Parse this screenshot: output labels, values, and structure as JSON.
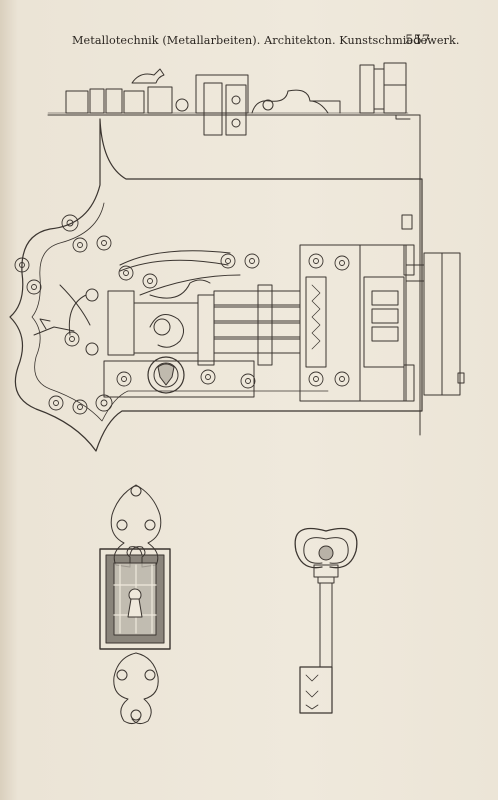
{
  "header": {
    "running_head": "Metallotechnik (Metallarbeiten).  Architekton. Kunstschmiedewerk.",
    "page_number": "557"
  },
  "colors": {
    "paper": "#ece5d7",
    "ink": "#3b3530"
  },
  "figures": [
    {
      "kind": "engraving",
      "subject": "door-lock-top-view"
    },
    {
      "kind": "engraving",
      "subject": "door-lock-front-view"
    },
    {
      "kind": "engraving",
      "subject": "ornamental-keyhole-escutcheon"
    },
    {
      "kind": "engraving",
      "subject": "ornamental-key"
    }
  ]
}
